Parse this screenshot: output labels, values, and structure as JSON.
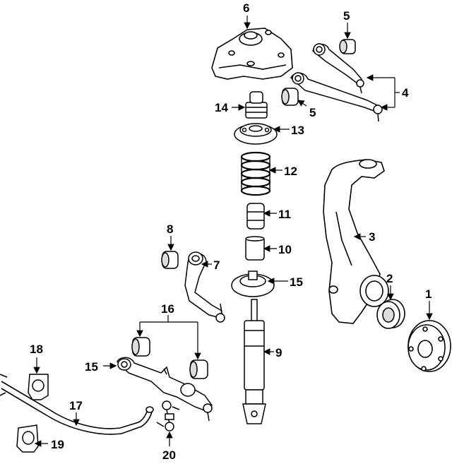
{
  "callouts": {
    "c1": "1",
    "c2": "2",
    "c3": "3",
    "c4": "4",
    "c5a": "5",
    "c5b": "5",
    "c6": "6",
    "c7": "7",
    "c8": "8",
    "c9": "9",
    "c10": "10",
    "c11": "11",
    "c12": "12",
    "c13": "13",
    "c14": "14",
    "c15a": "15",
    "c15b": "15",
    "c16": "16",
    "c17": "17",
    "c18": "18",
    "c19": "19",
    "c20": "20"
  },
  "colors": {
    "line": "#000000",
    "part_fill": "#ffffff",
    "shade": "#d9d9d9"
  }
}
